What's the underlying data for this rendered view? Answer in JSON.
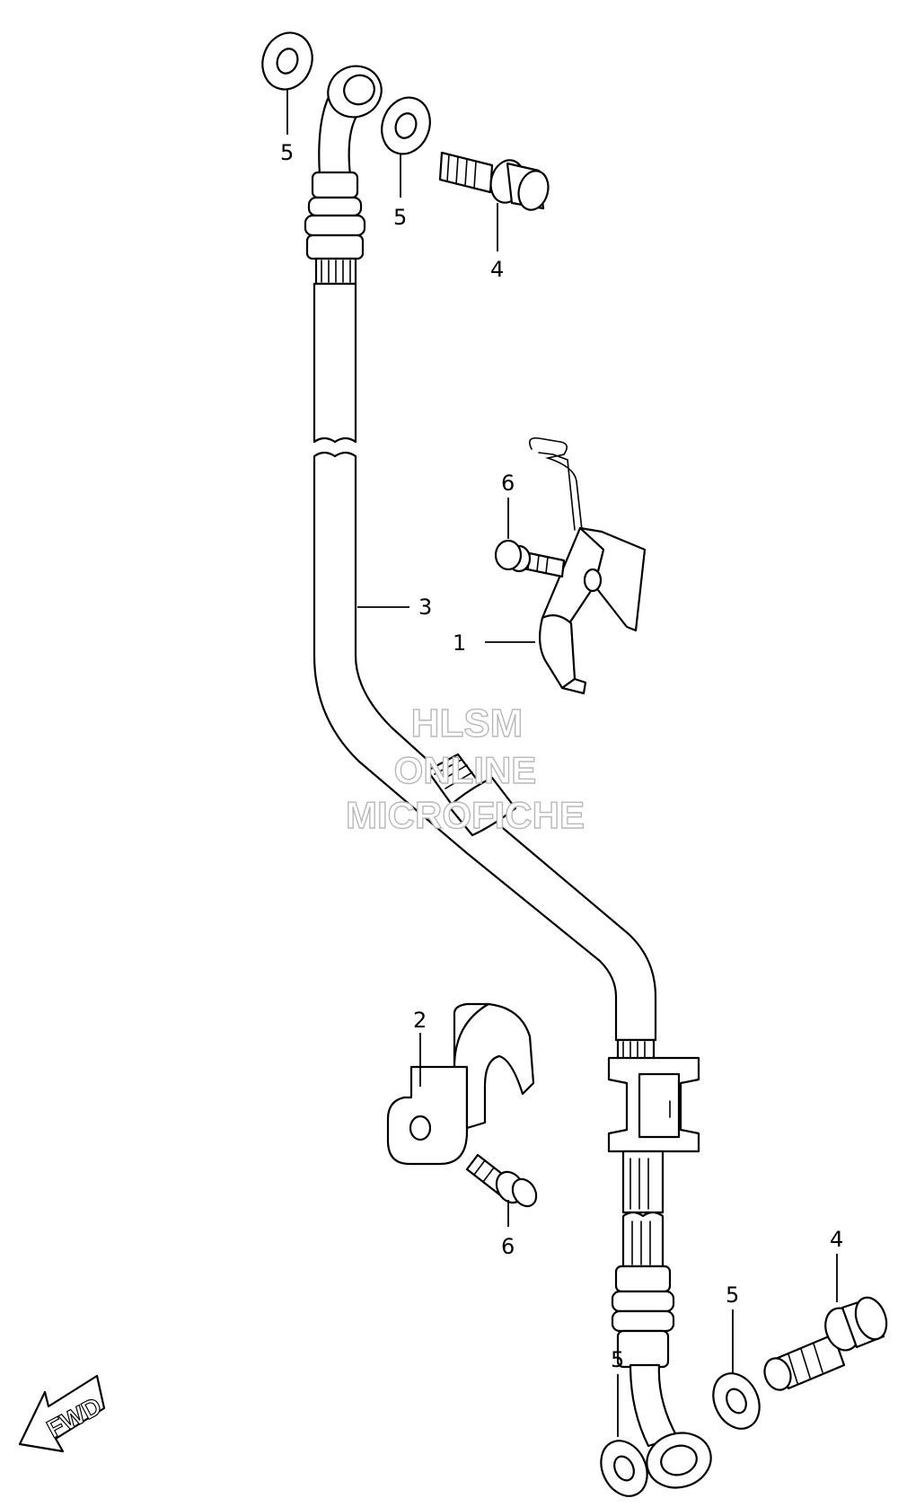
{
  "callouts": {
    "c1": "1",
    "c2": "2",
    "c3": "3",
    "c4_top": "4",
    "c4_bottom": "4",
    "c5_top_left": "5",
    "c5_top_right": "5",
    "c5_bottom_left": "5",
    "c5_bottom_right": "5",
    "c6_top": "6",
    "c6_bottom": "6"
  },
  "watermark": {
    "line1": "HLSM",
    "line2": "ONLINE",
    "line3": "MICROFICHE"
  },
  "fwd_label": "FWD"
}
